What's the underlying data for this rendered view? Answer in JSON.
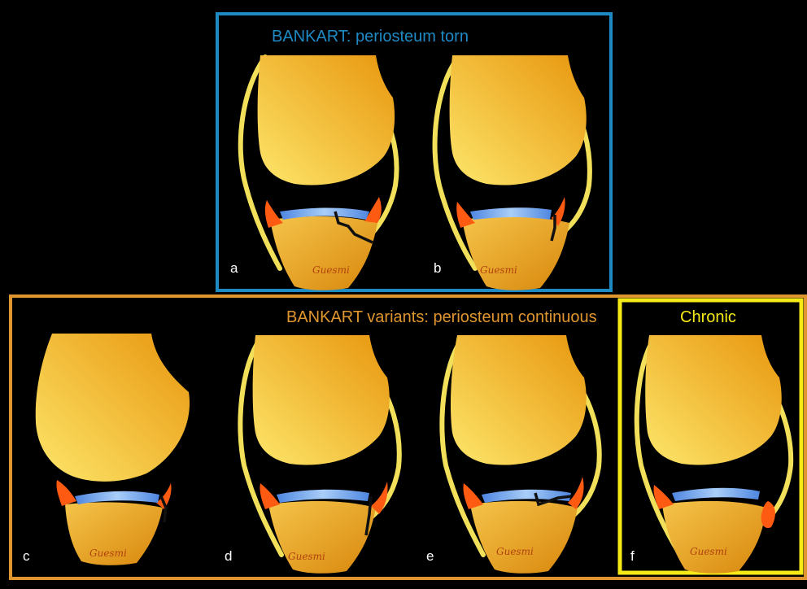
{
  "titles": {
    "bankart": "BANKART: periosteum torn",
    "variants": "BANKART variants: periosteum continuous",
    "chronic": "Chronic"
  },
  "panel_labels": [
    "a",
    "b",
    "c",
    "d",
    "e",
    "f"
  ],
  "signature_text": "Guesmi",
  "colors": {
    "background": "#000000",
    "bankart_frame": "#1e8ac4",
    "variants_frame": "#e0962e",
    "chronic_frame": "#f6ea16",
    "bone_light": "#fde66a",
    "bone_dark": "#e8960e",
    "capsule": "#f2e05a",
    "labrum": "#ff5a12",
    "cartilage": "#6aaaf0",
    "fracture_line": "#111111"
  },
  "icons": {
    "humeral_head": "humeral-head-shape",
    "glenoid": "glenoid-shape",
    "capsule": "joint-capsule-outline",
    "labrum": "labrum-triangle",
    "cartilage": "cartilage-band",
    "signature": "artist-signature"
  }
}
